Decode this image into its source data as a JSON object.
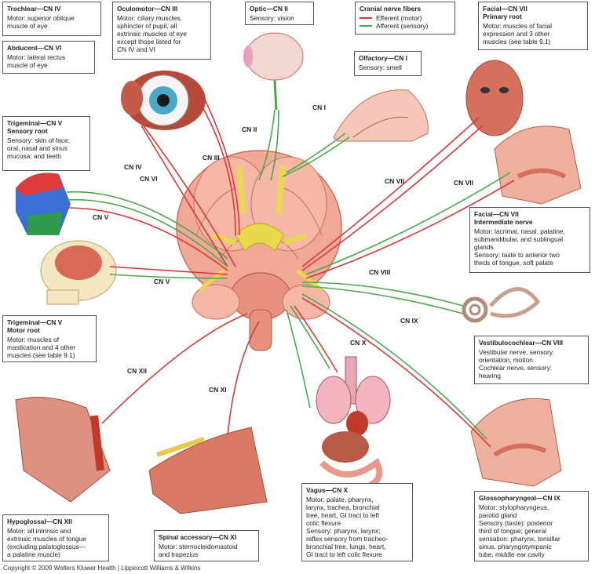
{
  "legend": {
    "title": "Cranial nerve fibers",
    "items": [
      {
        "label": "Efferent (motor)",
        "color": "#d9383a"
      },
      {
        "label": "Afferent (sensory)",
        "color": "#4da84d"
      }
    ]
  },
  "boxes": {
    "trochlear": {
      "title": "Trochlear—CN IV",
      "desc": "Motor: superior oblique\nmuscle of eye"
    },
    "abducent": {
      "title": "Abducent—CN VI",
      "desc": "Motor: lateral rectus\nmuscle of eye"
    },
    "oculomotor": {
      "title": "Oculomotor—CN III",
      "desc": "Motor: ciliary muscles,\nsphincter of pupil, all\nextrinsic muscles of eye\nexcept those listed for\nCN IV and VI"
    },
    "optic": {
      "title": "Optic—CN II",
      "desc": "Sensory: vision"
    },
    "olfactory": {
      "title": "Olfactory—CN I",
      "desc": "Sensory: smell"
    },
    "facial_primary": {
      "title": "Facial—CN VII\nPrimary root",
      "desc": "Motor: muscles of facial\nexpression and 3 other\nmuscles (see table 9.1)"
    },
    "trigeminal_sensory": {
      "title": "Trigeminal—CN V\nSensory root",
      "desc": "Sensory: skin of face;\noral, nasal and sinus\nmucosa; and teeth"
    },
    "facial_intermediate": {
      "title": "Facial—CN VII\nIntermediate nerve",
      "desc": "Motor: lacrimal, nasal, palatine,\nsubmandibular, and sublingual\nglands\nSensory: taste to anterior two\nthirds of tongue, soft palate"
    },
    "trigeminal_motor": {
      "title": "Trigeminal—CN V\nMotor root",
      "desc": "Motor: muscles of\nmastication and 4 other\nmuscles (see table 9.1)"
    },
    "vestibulocochlear": {
      "title": "Vestibulocochlear—CN VIII",
      "desc": "Vestibular nerve, sensory:\norientation, motion\nCochlear nerve, sensory:\nhearing"
    },
    "hypoglossal": {
      "title": "Hypoglossal—CN XII",
      "desc": "Motor: all intrinsic and\nextrinsic muscles of tongue\n(excluding palatoglossus—\na palatine muscle)"
    },
    "spinal_accessory": {
      "title": "Spinal accessory—CN XI",
      "desc": "Motor: sternocleidomastoid\nand trapezius"
    },
    "vagus": {
      "title": "Vagus—CN X",
      "desc": "Motor: palate, pharynx,\nlarynx, trachea, bronchial\ntree, heart, GI tract to left\ncolic flexure\nSensory: pharynx, larynx;\nreflex sensory from tracheo-\nbronchial tree, lungs, heart,\nGI tract to left colic flexure"
    },
    "glossopharyngeal": {
      "title": "Glossopharyngeal—CN IX",
      "desc": "Motor: stylopharyngeus,\nparotid gland\nSensory (taste): posterior\nthird of tongue; general\nsensation: pharynx, tonsillar\nsinus, pharyngotympanic\ntube, middle ear cavity"
    }
  },
  "nerve_labels": {
    "cn1": "CN I",
    "cn2": "CN II",
    "cn3": "CN III",
    "cn4": "CN IV",
    "cn6": "CN VI",
    "cn5a": "CN V",
    "cn5b": "CN V",
    "cn7a": "CN VII",
    "cn7b": "CN VII",
    "cn8": "CN VIII",
    "cn9": "CN IX",
    "cn10": "CN X",
    "cn11": "CN XI",
    "cn12": "CN XII"
  },
  "copyright": "Copyright © 2009 Wolters Kluwer Health | Lippincott Williams & Wilkins"
}
